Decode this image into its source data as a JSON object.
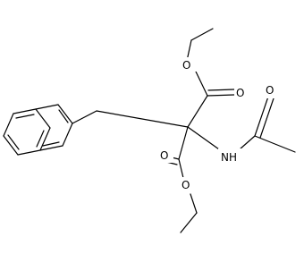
{
  "structure": {
    "atoms": {
      "o_ester_top": "O",
      "o_carbonyl_top": "O",
      "o_amide": "O",
      "nh": "NH",
      "o_carbonyl_bottom": "O",
      "o_ester_bottom": "O"
    },
    "colors": {
      "bond": "#000000",
      "text": "#000000",
      "background": "#ffffff"
    }
  }
}
